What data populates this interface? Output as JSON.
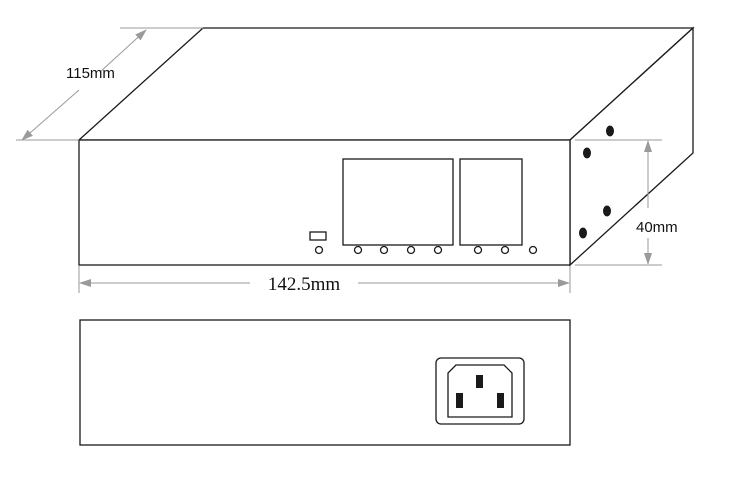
{
  "dimensions": {
    "depth": "115mm",
    "height": "40mm",
    "width": "142.5mm"
  },
  "colors": {
    "line": "#1a1a1a",
    "dimension_line": "#9a9a9a"
  }
}
